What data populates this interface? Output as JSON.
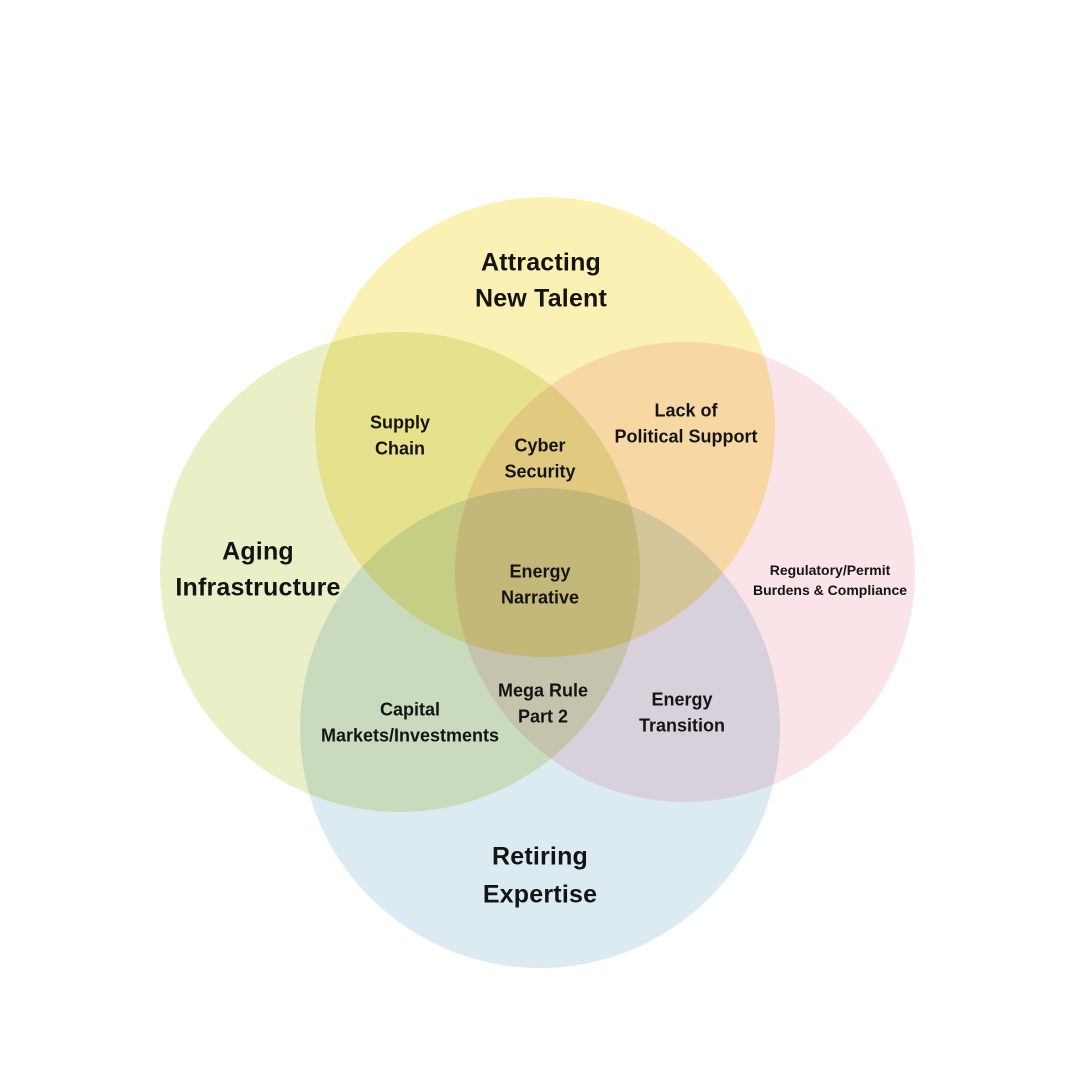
{
  "colors": {
    "background": "#ffffff",
    "top_circle": "#FBF1B4",
    "left_circle": "#EAEFC8",
    "right_circle": "#FBE4E8",
    "bottom_circle": "#DCEAF1",
    "text": "#141414"
  },
  "venn": {
    "type": "venn-diagram-4-circles",
    "circles": {
      "top": {
        "line1": "Attracting",
        "line2": "New Talent"
      },
      "left": {
        "line1": "Aging",
        "line2": "Infrastructure"
      },
      "right": {
        "line1": "Regulatory/Permit",
        "line2": "Burdens & Compliance"
      },
      "bottom": {
        "line1": "Retiring",
        "line2": "Expertise"
      }
    },
    "overlaps": {
      "supply_chain": {
        "line1": "Supply",
        "line2": "Chain"
      },
      "lack_of_political_support": {
        "line1": "Lack of",
        "line2": "Political Support"
      },
      "cyber_security": {
        "line1": "Cyber",
        "line2": "Security"
      },
      "energy_narrative": {
        "line1": "Energy",
        "line2": "Narrative"
      },
      "capital_markets": {
        "line1": "Capital",
        "line2": "Markets/Investments"
      },
      "mega_rule_part_2": {
        "line1": "Mega Rule",
        "line2": "Part 2"
      },
      "energy_transition": {
        "line1": "Energy",
        "line2": "Transition"
      }
    }
  }
}
